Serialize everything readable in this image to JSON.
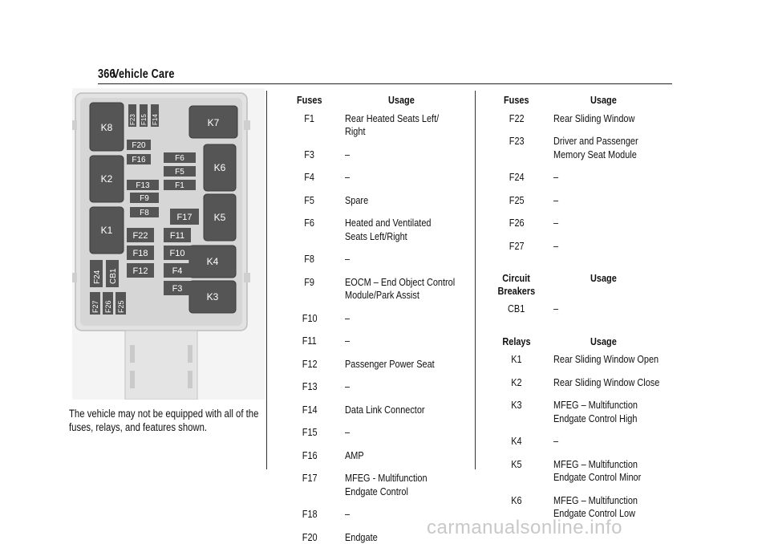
{
  "header": {
    "page_number": "366",
    "section": "Vehicle Care"
  },
  "caption": "The vehicle may not be equipped with all of the fuses, relays, and features shown.",
  "diagram": {
    "relays": [
      "K8",
      "K7",
      "K2",
      "K6",
      "K1",
      "K5",
      "K4",
      "K3"
    ],
    "fuses": [
      "F23",
      "F15",
      "F14",
      "F20",
      "F16",
      "F6",
      "F5",
      "F13",
      "F1",
      "F9",
      "F8",
      "F17",
      "F22",
      "F11",
      "F18",
      "F10",
      "F12",
      "F4",
      "F3",
      "F24",
      "CB1",
      "F27",
      "F26",
      "F25"
    ]
  },
  "table_left": {
    "headers": {
      "id": "Fuses",
      "usage": "Usage"
    },
    "rows": [
      {
        "id": "F1",
        "usage": "Rear Heated Seats Left/ Right"
      },
      {
        "id": "F3",
        "usage": "–"
      },
      {
        "id": "F4",
        "usage": "–"
      },
      {
        "id": "F5",
        "usage": "Spare"
      },
      {
        "id": "F6",
        "usage": "Heated and Ventilated Seats Left/Right"
      },
      {
        "id": "F8",
        "usage": "–"
      },
      {
        "id": "F9",
        "usage": "EOCM – End Object Control Module/Park Assist"
      },
      {
        "id": "F10",
        "usage": "–"
      },
      {
        "id": "F11",
        "usage": "–"
      },
      {
        "id": "F12",
        "usage": "Passenger Power Seat"
      },
      {
        "id": "F13",
        "usage": "–"
      },
      {
        "id": "F14",
        "usage": "Data Link Connector"
      },
      {
        "id": "F15",
        "usage": "–"
      },
      {
        "id": "F16",
        "usage": "AMP"
      },
      {
        "id": "F17",
        "usage": "MFEG - Multifunction Endgate Control"
      },
      {
        "id": "F18",
        "usage": "–"
      },
      {
        "id": "F20",
        "usage": "Endgate"
      }
    ]
  },
  "table_right": {
    "fuses": {
      "headers": {
        "id": "Fuses",
        "usage": "Usage"
      },
      "rows": [
        {
          "id": "F22",
          "usage": "Rear Sliding Window"
        },
        {
          "id": "F23",
          "usage": "Driver and Passenger Memory Seat Module"
        },
        {
          "id": "F24",
          "usage": "–"
        },
        {
          "id": "F25",
          "usage": "–"
        },
        {
          "id": "F26",
          "usage": "–"
        },
        {
          "id": "F27",
          "usage": "–"
        }
      ]
    },
    "breakers": {
      "headers": {
        "id_line1": "Circuit",
        "id_line2": "Breakers",
        "usage": "Usage"
      },
      "rows": [
        {
          "id": "CB1",
          "usage": "–"
        }
      ]
    },
    "relays": {
      "headers": {
        "id": "Relays",
        "usage": "Usage"
      },
      "rows": [
        {
          "id": "K1",
          "usage": "Rear Sliding Window Open"
        },
        {
          "id": "K2",
          "usage": "Rear Sliding Window Close"
        },
        {
          "id": "K3",
          "usage": "MFEG – Multifunction Endgate Control High"
        },
        {
          "id": "K4",
          "usage": "–"
        },
        {
          "id": "K5",
          "usage": "MFEG – Multifunction Endgate Control Minor"
        },
        {
          "id": "K6",
          "usage": "MFEG – Multifunction Endgate Control Low"
        }
      ]
    }
  },
  "watermark": "carmanualsonline.info"
}
